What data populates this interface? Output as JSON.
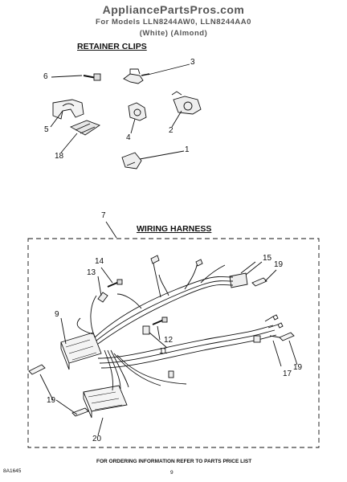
{
  "header": {
    "watermark": "AppliancePartsPros.com",
    "models_line": "For Models LLN8244AW0, LLN8244AA0",
    "colors_line": "(White)              (Almond)"
  },
  "sections": {
    "retainer_clips": "RETAINER CLIPS",
    "wiring_harness": "WIRING HARNESS"
  },
  "callouts": {
    "c1": "1",
    "c2": "2",
    "c3": "3",
    "c4": "4",
    "c5": "5",
    "c6": "6",
    "c7": "7",
    "c9": "9",
    "c11": "11",
    "c12": "12",
    "c13": "13",
    "c14": "14",
    "c15": "15",
    "c17": "17",
    "c18": "18",
    "c19a": "19",
    "c19b": "19",
    "c19c": "19",
    "c20": "20"
  },
  "footer": {
    "ordering_note": "FOR ORDERING INFORMATION REFER TO PARTS PRICE LIST",
    "doc_code": "8A1645",
    "page_number": "9"
  }
}
